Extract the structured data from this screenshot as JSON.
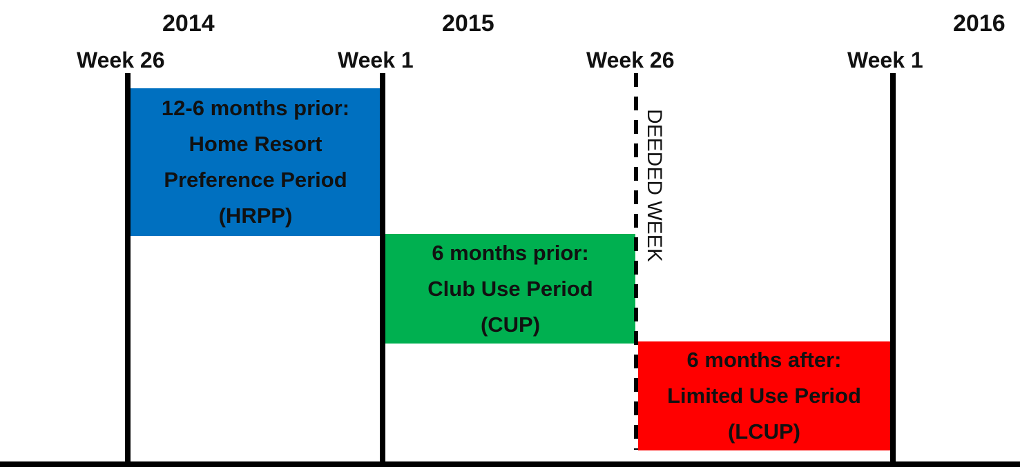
{
  "years": [
    "2014",
    "2015",
    "2016"
  ],
  "weeks": [
    "Week 26",
    "Week 1",
    "Week 26",
    "Week 1"
  ],
  "periods": {
    "hrpp": {
      "line1": "12-6 months prior:",
      "line2": "Home Resort",
      "line3": "Preference Period",
      "line4": "(HRPP)",
      "color": "#0070C0"
    },
    "cup": {
      "line1": "6 months prior:",
      "line2": "Club Use Period",
      "line3": "(CUP)",
      "color": "#00B050"
    },
    "lcup": {
      "line1": "6 months after:",
      "line2": "Limited Use Period",
      "line3": "(LCUP)",
      "color": "#FF0000"
    }
  },
  "deeded_week_label": "DEEDED WEEK"
}
